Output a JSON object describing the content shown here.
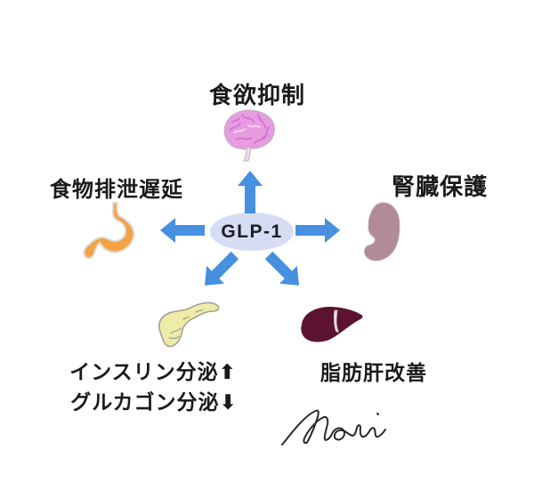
{
  "diagram": {
    "center_label": "GLP-1",
    "top": {
      "label": "食欲抑制"
    },
    "left": {
      "label": "食物排泄遅延"
    },
    "right": {
      "label": "腎臓保護"
    },
    "bottom_left": {
      "label_line1": "インスリン分泌⬆",
      "label_line2": "グルカゴン分泌⬇"
    },
    "bottom_right": {
      "label": "脂肪肝改善"
    },
    "signature": "Nori"
  },
  "icons": {
    "top": "brain-icon",
    "left": "stomach-icon",
    "right": "kidney-icon",
    "bottom_left": "pancreas-icon",
    "bottom_right": "liver-icon",
    "arrows": [
      "up-arrow-icon",
      "left-arrow-icon",
      "right-arrow-icon",
      "down-left-arrow-icon",
      "down-right-arrow-icon"
    ]
  },
  "colors": {
    "arrow": "#478fdf",
    "ellipse_fill": "#d6dcf4",
    "text": "#1a1a1a",
    "brain": "#e79be0",
    "brain_detail": "#cf6fc9",
    "brain_highlight": "#f4cdef",
    "stomach": "#f3a346",
    "kidney": "#b18b95",
    "pancreas": "#eeeca6",
    "pancreas_outline": "#9d9d99",
    "liver": "#5c1330",
    "signature": "#2a2a2a"
  }
}
